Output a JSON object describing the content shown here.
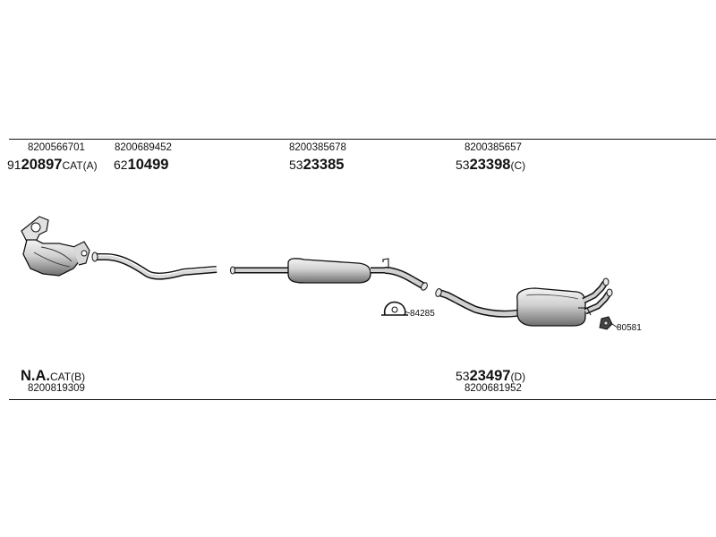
{
  "top_parts": [
    {
      "oem": "8200566701",
      "prefix": "91",
      "code": "20897",
      "suffix": "CAT(A)"
    },
    {
      "oem": "8200689452",
      "prefix": "62",
      "code": "10499",
      "suffix": ""
    },
    {
      "oem": "8200385678",
      "prefix": "53",
      "code": "23385",
      "suffix": ""
    },
    {
      "oem": "8200385657",
      "prefix": "53",
      "code": "23398",
      "suffix": "(C)"
    }
  ],
  "bottom_parts": [
    {
      "code": "N.A.",
      "suffix": "CAT(B)",
      "oem": "8200819309"
    },
    {
      "prefix": "53",
      "code": "23497",
      "suffix": "(D)",
      "oem": "8200681952"
    }
  ],
  "small_parts": [
    {
      "label": "84285"
    },
    {
      "label": "80581"
    }
  ]
}
